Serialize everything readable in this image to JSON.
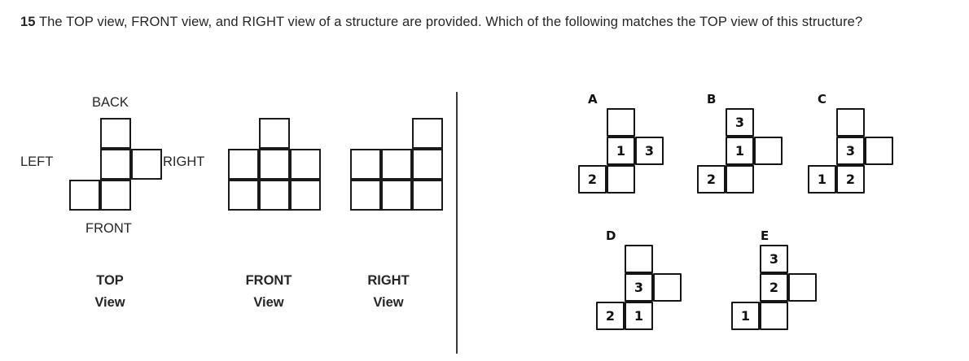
{
  "question": {
    "number": "15",
    "text": "The TOP view, FRONT view, and RIGHT view of a structure are provided. Which of the following matches the TOP view of this structure?"
  },
  "colors": {
    "ink": "#1a1a1a",
    "text": "#262626",
    "divider": "#3a3a3a",
    "background": "#ffffff"
  },
  "given_views": {
    "orientation_labels": {
      "back": "BACK",
      "front": "FRONT",
      "left": "LEFT",
      "right": "RIGHT"
    },
    "captions": [
      {
        "line1": "TOP",
        "line2": "View"
      },
      {
        "line1": "FRONT",
        "line2": "View"
      },
      {
        "line1": "RIGHT",
        "line2": "View"
      }
    ],
    "figures": [
      {
        "name": "top-view",
        "rows": 3,
        "cols": 3,
        "cells": [
          {
            "r": 0,
            "c": 1,
            "value": ""
          },
          {
            "r": 1,
            "c": 1,
            "value": ""
          },
          {
            "r": 1,
            "c": 2,
            "value": ""
          },
          {
            "r": 2,
            "c": 0,
            "value": ""
          },
          {
            "r": 2,
            "c": 1,
            "value": ""
          }
        ]
      },
      {
        "name": "front-view",
        "rows": 3,
        "cols": 3,
        "cells": [
          {
            "r": 0,
            "c": 1,
            "value": ""
          },
          {
            "r": 1,
            "c": 0,
            "value": ""
          },
          {
            "r": 1,
            "c": 1,
            "value": ""
          },
          {
            "r": 1,
            "c": 2,
            "value": ""
          },
          {
            "r": 2,
            "c": 0,
            "value": ""
          },
          {
            "r": 2,
            "c": 1,
            "value": ""
          },
          {
            "r": 2,
            "c": 2,
            "value": ""
          }
        ]
      },
      {
        "name": "right-view",
        "rows": 3,
        "cols": 3,
        "cells": [
          {
            "r": 0,
            "c": 2,
            "value": ""
          },
          {
            "r": 1,
            "c": 0,
            "value": ""
          },
          {
            "r": 1,
            "c": 1,
            "value": ""
          },
          {
            "r": 1,
            "c": 2,
            "value": ""
          },
          {
            "r": 2,
            "c": 0,
            "value": ""
          },
          {
            "r": 2,
            "c": 1,
            "value": ""
          },
          {
            "r": 2,
            "c": 2,
            "value": ""
          }
        ]
      }
    ]
  },
  "options": [
    {
      "label": "A",
      "rows": 3,
      "cols": 3,
      "cells": [
        {
          "r": 0,
          "c": 1,
          "value": ""
        },
        {
          "r": 1,
          "c": 1,
          "value": "1"
        },
        {
          "r": 1,
          "c": 2,
          "value": "3"
        },
        {
          "r": 2,
          "c": 0,
          "value": "2"
        },
        {
          "r": 2,
          "c": 1,
          "value": ""
        }
      ]
    },
    {
      "label": "B",
      "rows": 3,
      "cols": 3,
      "cells": [
        {
          "r": 0,
          "c": 1,
          "value": "3"
        },
        {
          "r": 1,
          "c": 1,
          "value": "1"
        },
        {
          "r": 1,
          "c": 2,
          "value": ""
        },
        {
          "r": 2,
          "c": 0,
          "value": "2"
        },
        {
          "r": 2,
          "c": 1,
          "value": ""
        }
      ]
    },
    {
      "label": "C",
      "rows": 3,
      "cols": 3,
      "cells": [
        {
          "r": 0,
          "c": 1,
          "value": ""
        },
        {
          "r": 1,
          "c": 1,
          "value": "3"
        },
        {
          "r": 1,
          "c": 2,
          "value": ""
        },
        {
          "r": 2,
          "c": 0,
          "value": "1"
        },
        {
          "r": 2,
          "c": 1,
          "value": "2"
        }
      ]
    },
    {
      "label": "D",
      "rows": 3,
      "cols": 3,
      "cells": [
        {
          "r": 0,
          "c": 1,
          "value": ""
        },
        {
          "r": 1,
          "c": 1,
          "value": "3"
        },
        {
          "r": 1,
          "c": 2,
          "value": ""
        },
        {
          "r": 2,
          "c": 0,
          "value": "2"
        },
        {
          "r": 2,
          "c": 1,
          "value": "1"
        }
      ]
    },
    {
      "label": "E",
      "rows": 3,
      "cols": 3,
      "cells": [
        {
          "r": 0,
          "c": 1,
          "value": "3"
        },
        {
          "r": 1,
          "c": 1,
          "value": "2"
        },
        {
          "r": 1,
          "c": 2,
          "value": ""
        },
        {
          "r": 2,
          "c": 0,
          "value": "1"
        },
        {
          "r": 2,
          "c": 1,
          "value": ""
        }
      ]
    }
  ]
}
